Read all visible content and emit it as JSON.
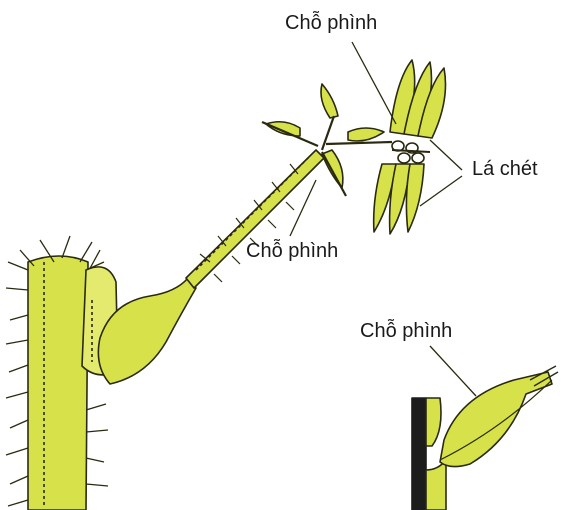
{
  "labels": {
    "swelling_top": "Chỗ phình",
    "swelling_middle": "Chỗ phình",
    "leaflets": "Lá chét",
    "swelling_inset": "Chỗ phình"
  },
  "colors": {
    "plant_fill": "#d7e24a",
    "plant_fill_light": "#e3ea6e",
    "outline": "#2a2a10",
    "stem_dark": "#1c1c1c"
  }
}
